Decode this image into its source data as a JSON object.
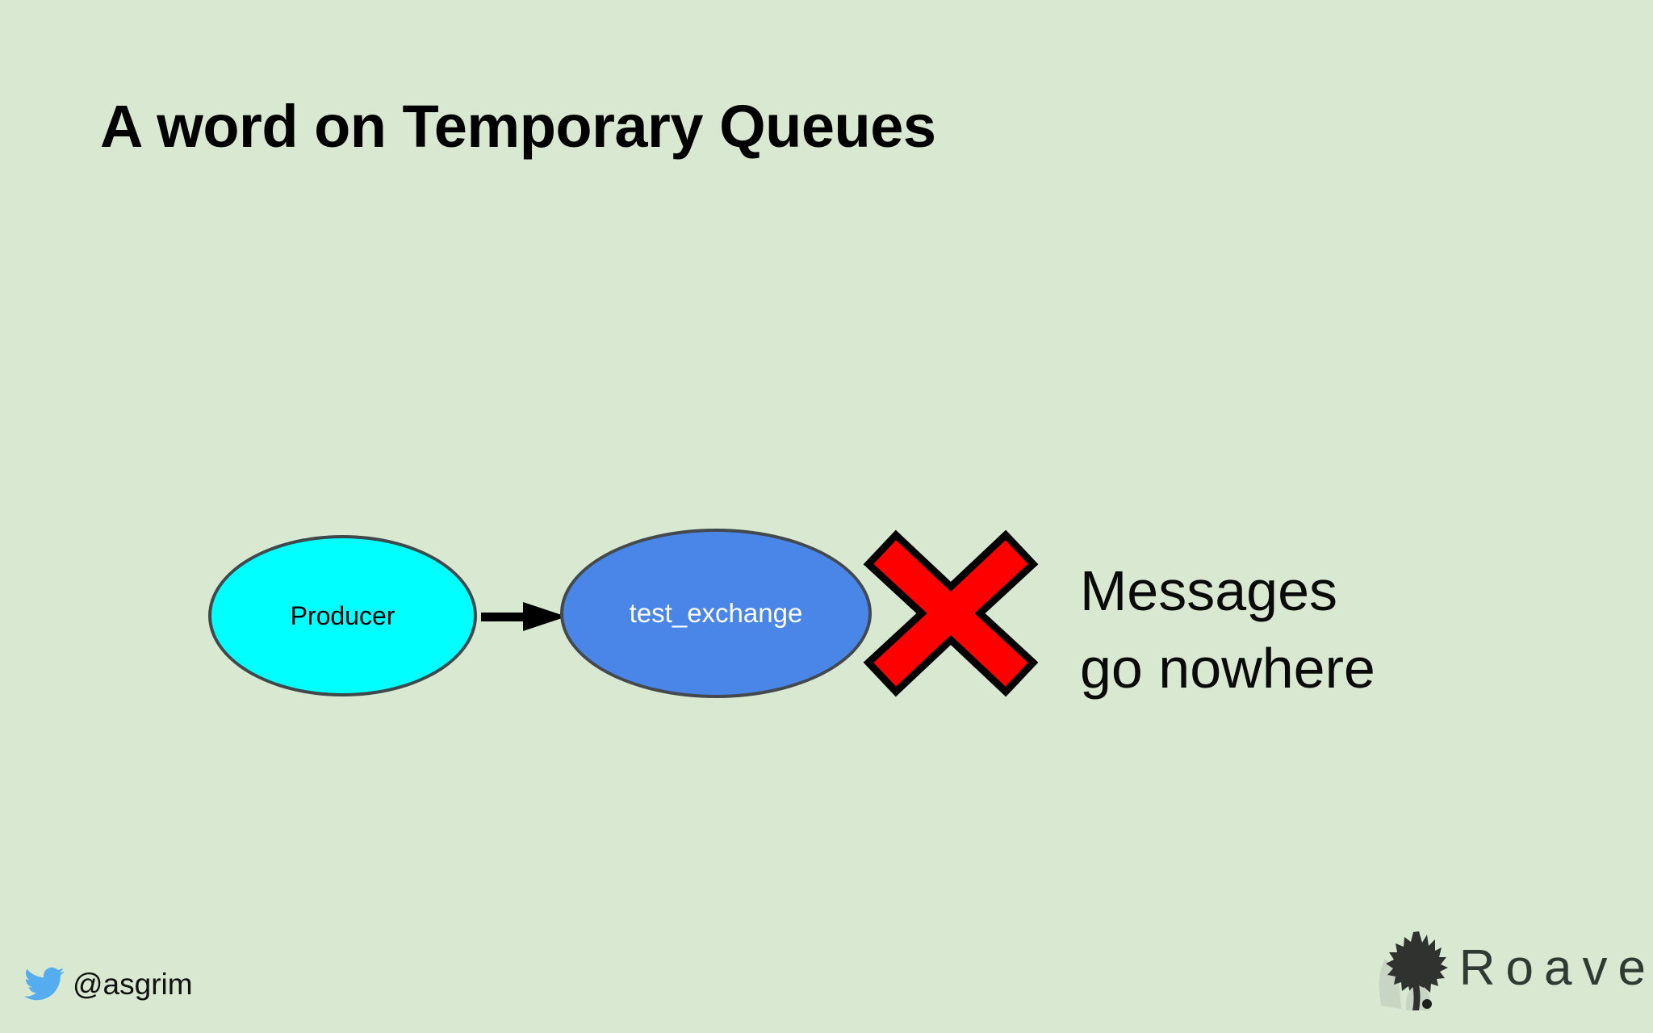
{
  "slide": {
    "title": "A word on Temporary Queues",
    "background_color": "#d9e8d1"
  },
  "diagram": {
    "type": "flow",
    "nodes": [
      {
        "id": "producer",
        "label": "Producer",
        "shape": "ellipse",
        "fill_color": "#00ffff",
        "border_color": "#3f484b",
        "text_color": "#000000"
      },
      {
        "id": "test_exchange",
        "label": "test_exchange",
        "shape": "ellipse",
        "fill_color": "#4a86e8",
        "border_color": "#43494c",
        "text_color": "#ffffff"
      }
    ],
    "edges": [
      {
        "from": "producer",
        "to": "test_exchange",
        "style": "solid-arrow",
        "color": "#000000"
      }
    ],
    "markers": [
      {
        "id": "blocked",
        "symbol": "x-cross",
        "fill_color": "#ff0000",
        "stroke_color": "#000000"
      }
    ]
  },
  "callout": {
    "lines": [
      "Messages",
      "go nowhere"
    ],
    "line1": "Messages",
    "line2": "go nowhere",
    "text_color": "#0a0a0a"
  },
  "footer": {
    "twitter": {
      "handle": "@asgrim",
      "icon": "twitter-bird-icon",
      "icon_color": "#55acee"
    },
    "brand": {
      "wordmark": "Roave",
      "mark": "roave-dog-icon",
      "mark_color": "#2f322e",
      "wordmark_color": "#2f3a33"
    }
  }
}
